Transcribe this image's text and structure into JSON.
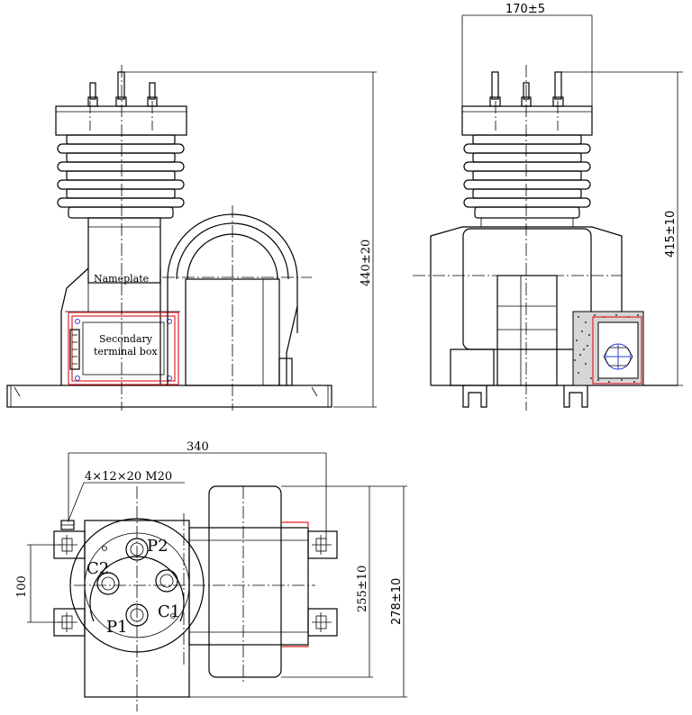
{
  "front_view": {
    "height_dim": "440±20",
    "nameplate_label": "Nameplate",
    "secondary_box_line1": "Secondary",
    "secondary_box_line2": "terminal box"
  },
  "side_view": {
    "width_dim": "170±5",
    "height_dim": "415±10"
  },
  "top_view": {
    "length_dim": "340",
    "hole_note": "4×12×20 M20",
    "spacing_dim": "100",
    "inner_width_dim": "255±10",
    "outer_width_dim": "278±10",
    "terminals": {
      "p2": "P2",
      "c2": "C2",
      "c1": "C1",
      "p1": "P1"
    }
  }
}
